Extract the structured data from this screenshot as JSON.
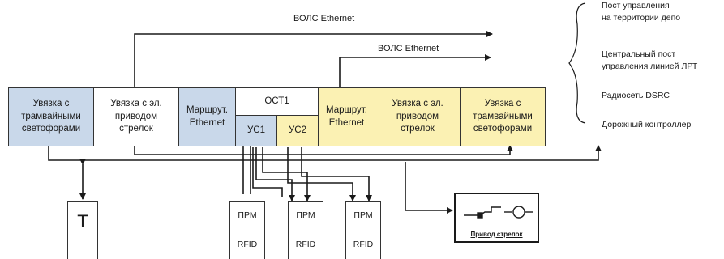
{
  "labels": {
    "wan_top": "ВОЛС Ethernet",
    "wan_right": "ВОЛС Ethernet"
  },
  "legend": [
    "Пост управления\nна территории депо",
    "Центральный пост\nуправления линией ЛРТ",
    "Радиосеть DSRC",
    "Дорожный контроллер"
  ],
  "blocks": {
    "left_traffic_lights": "Увязка с\nтрамвайными\nсветофорами",
    "left_switch_drive": "Увязка с эл.\nприводом\nстрелок",
    "left_router": "Маршрут.\nEthernet",
    "ost1": "ОСТ1",
    "us1": "УС1",
    "us2": "УС2",
    "right_router": "Маршрут.\nEthernet",
    "right_switch_drive": "Увязка с эл.\nприводом\nстрелок",
    "right_traffic_lights": "Увязка с\nтрамвайными\nсветофорами"
  },
  "devices": {
    "signal": "Т",
    "rfid": [
      {
        "top": "ПРМ",
        "bottom": "RFID"
      },
      {
        "top": "ПРМ",
        "bottom": "RFID"
      },
      {
        "top": "ПРМ",
        "bottom": "RFID"
      }
    ],
    "switch_drive_caption": "Привод стрелок"
  },
  "colors": {
    "left_zone": "#c9d8ea",
    "right_zone": "#fbf1b3",
    "line": "#1a1a1a"
  }
}
